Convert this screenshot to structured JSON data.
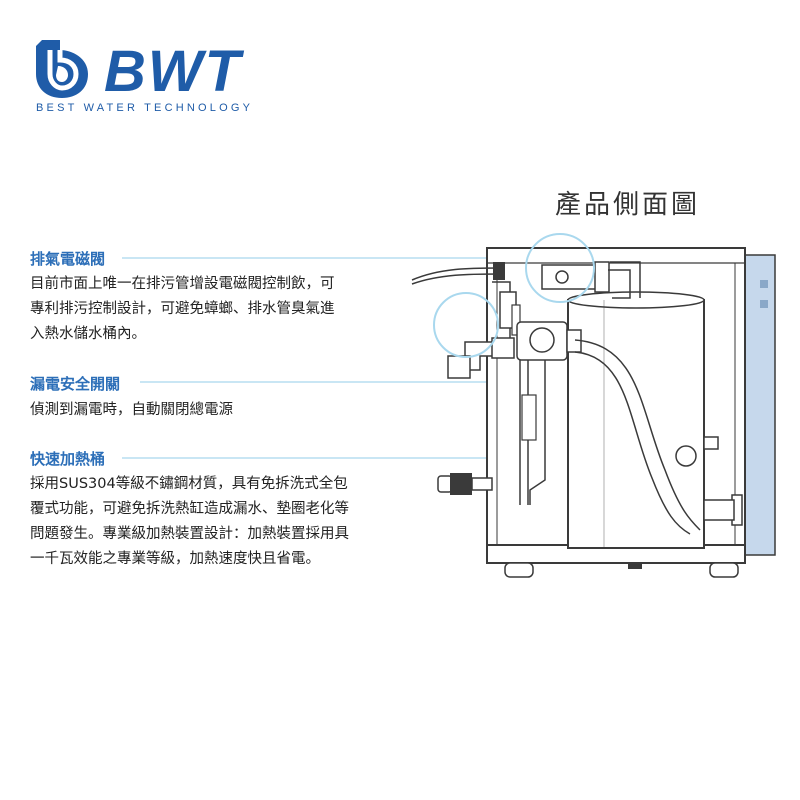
{
  "brand": {
    "name": "BWT",
    "tagline": "BEST WATER TECHNOLOGY",
    "color": "#1f5ca8"
  },
  "diagram": {
    "title": "產品側面圖"
  },
  "features": [
    {
      "title": "排氣電磁閥",
      "lines": [
        "目前市面上唯一在排污管增設電磁閥控制飲，可",
        "專利排污控制設計，可避免蟑螂、排水管臭氣進",
        "入熱水儲水桶內。"
      ]
    },
    {
      "title": "漏電安全開關",
      "lines": [
        "偵測到漏電時，自動關閉總電源"
      ]
    },
    {
      "title": "快速加熱桶",
      "lines": [
        "採用SUS304等級不鏽鋼材質，具有免拆洗式全包",
        "覆式功能，可避免拆洗熱缸造成漏水、墊圈老化等",
        "問題發生。專業級加熱裝置設計：加熱裝置採用具",
        "一千瓦效能之專業等級，加熱速度快且省電。"
      ]
    }
  ],
  "colors": {
    "accent": "#2d6fb8",
    "callout_line": "#a9d8ee",
    "machine_stroke": "#3a3a3a",
    "machine_side": "#c6d8ec"
  },
  "icons": [
    "bwt-drop-logo-icon"
  ]
}
